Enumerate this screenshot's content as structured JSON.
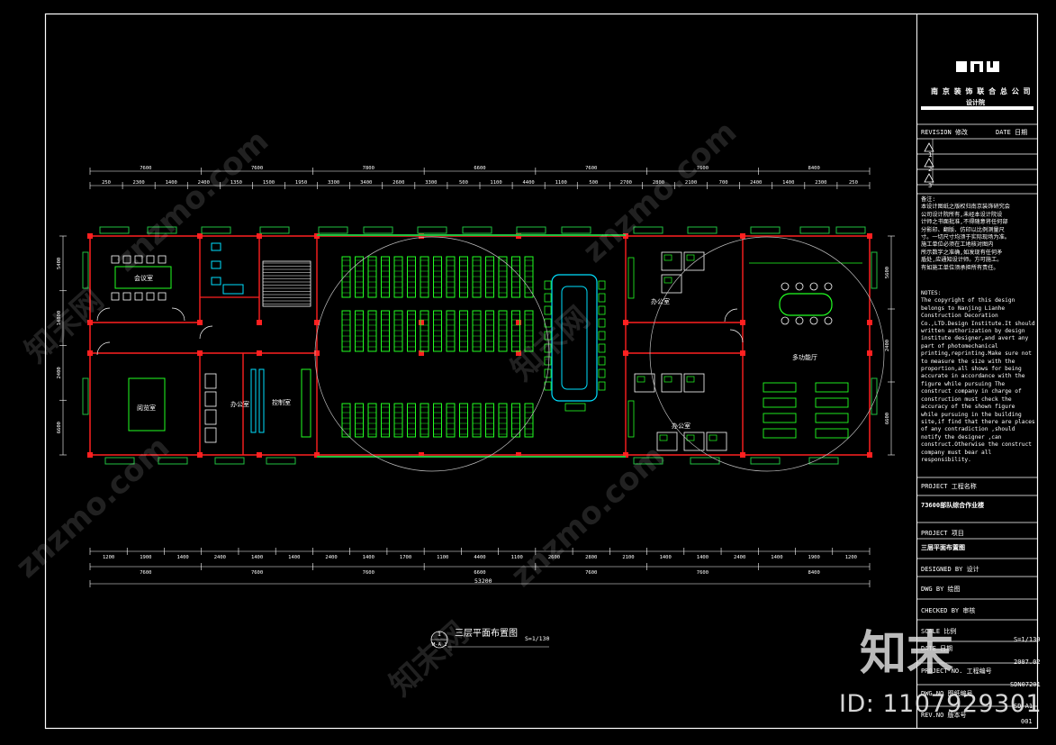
{
  "drawing": {
    "title": "三层平面布置图",
    "scale_note": "S=1/130",
    "callout_top": "1",
    "callout_bottom": "M-A 1",
    "total_length": "53200"
  },
  "title_block": {
    "company_line": "南 京 装 饰 联 合 总 公 司",
    "institute": "设计院",
    "revision_label": "REVISION 修改",
    "date_label": "DATE 日期",
    "revisions": [
      "1",
      "2",
      "3"
    ],
    "notes_cn": "备注:\n本设计图纸之版权归南京装饰研究会\n公司设计院所有,未经本设计院设\n计师之书面批准,不得随意将任何部\n分影印、翻版、仿印以比例测量尺\n寸。一切尺寸均须于实际现场为准。\n施工单位必须在工地核对图内\n所示数字之准确,如发现有任何矛\n盾处,应通知设计师。方可施工。\n有如施工单位须承担所有责任。",
    "notes_en": "NOTES:\nThe copyright of this design\nbelongs to Nanjing Lianhe\nConstruction Decoration\nCo.,LTD.Design Institute.It should\nwritten authorization by design\ninstitute designer,and avert any\npart of photomechanical\nprinting,reprinting.Make sure not\nto measure the size with the\nproportion,all shows for being\naccurate in accordance with the\nfigure while pursuing The\nconstruct company in charge of\nconstruction must check the\naccuracy of the shown figure\nwhile pursuing in the building\nsite,if find that there are places\nof any contradiction ,should\nnotify the designer ,can\nconstruct.Otherwise the construct\ncompany must bear all\nresponsibility.",
    "project_label": "PROJECT 工程名称",
    "project_name": "73600部队综合作业楼",
    "drawing_label": "PROJECT 项目",
    "drawing_name": "三层平面布置图",
    "designed_by": "DESIGNED BY 设计",
    "drawn_by": "DWG BY 绘图",
    "checked_by": "CHECKED BY 审核",
    "scale_label": "SCALE 比例",
    "scale_value": "S=1/130",
    "date_row_label": "DATE 日期",
    "date_value": "2007.02",
    "project_no_label": "PROJECT NO. 工程编号",
    "project_no_value": "SDN07201",
    "dwg_no_label": "DWG.NO 图纸编号",
    "dwg_no_value": "SD-A1",
    "rev_label": "REV.NO 版本号",
    "rev_value": "001"
  },
  "rooms": {
    "meeting": "会议室",
    "reading": "阅览室",
    "office_a": "办公室",
    "control": "控制室",
    "office_b": "办公室",
    "office_c": "办公室",
    "hall": "多功能厅"
  },
  "dims": {
    "top_major": [
      "7600",
      "7600",
      "7800",
      "6600",
      "7600",
      "7600",
      "8400"
    ],
    "top_minor": [
      "250",
      "2300",
      "1400",
      "2400",
      "1350",
      "1500",
      "1950",
      "3300",
      "3400",
      "2600",
      "3300",
      "500",
      "1100",
      "4400",
      "1100",
      "500",
      "2700",
      "2800",
      "2100",
      "700",
      "2400",
      "1400",
      "2300",
      "250"
    ],
    "bottom_minor": [
      "1200",
      "1900",
      "1400",
      "2400",
      "1400",
      "1400",
      "2400",
      "1400",
      "1700",
      "1100",
      "4400",
      "1100",
      "2600",
      "2800",
      "2100",
      "1400",
      "1400",
      "2400",
      "1400",
      "1900",
      "1200"
    ],
    "bottom_major": [
      "7600",
      "7600",
      "7600",
      "6600",
      "7600",
      "7600",
      "8400"
    ],
    "left": [
      "5400",
      "14800",
      "2400",
      "6600"
    ],
    "right": [
      "5600",
      "2400",
      "6600"
    ]
  },
  "watermark": {
    "site": "znzmo.com",
    "brand": "知末网",
    "logo": "知末",
    "id_text": "ID: 1107929301"
  },
  "colors": {
    "background": "#000000",
    "frame": "#ffffff",
    "wall": "#ff2020",
    "furniture": "#22ff22",
    "window": "#20c040",
    "cyan": "#00e0ff",
    "magenta": "#ff40ff"
  }
}
